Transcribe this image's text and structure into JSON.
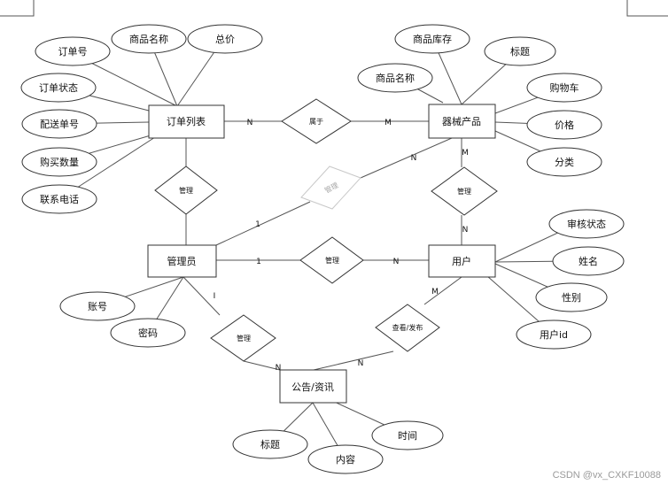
{
  "entities": {
    "order_list": "订单列表",
    "equipment": "器械产品",
    "admin": "管理员",
    "user": "用户",
    "notice": "公告/资讯"
  },
  "attributes": {
    "order_list": [
      "订单号",
      "商品名称",
      "总价",
      "订单状态",
      "配送单号",
      "购买数量",
      "联系电话"
    ],
    "equipment": [
      "商品库存",
      "标题",
      "商品名称",
      "购物车",
      "价格",
      "分类"
    ],
    "admin": [
      "账号",
      "密码"
    ],
    "user": [
      "审核状态",
      "姓名",
      "性别",
      "用户id"
    ],
    "notice": [
      "标题",
      "内容",
      "时间"
    ]
  },
  "relationships": {
    "order_equipment": "属于",
    "order_admin": "管理",
    "admin_equipment": "管理",
    "equipment_user": "管理",
    "admin_user": "管理",
    "admin_notice": "管理",
    "user_notice": "查看/发布"
  },
  "cardinalities": {
    "order_equipment_order": "N",
    "order_equipment_equipment": "M",
    "admin_equipment_admin": "1",
    "admin_equipment_equipment": "N",
    "equipment_user_equipment": "M",
    "equipment_user_user": "N",
    "admin_user_admin": "1",
    "admin_user_user": "N",
    "admin_notice_admin": "I",
    "admin_notice_notice": "N",
    "user_notice_user": "M",
    "user_notice_notice": "N"
  },
  "watermark": "CSDN @vx_CXKF10088",
  "colors": {
    "stroke": "#333333",
    "faint": "#c8c8c8"
  }
}
